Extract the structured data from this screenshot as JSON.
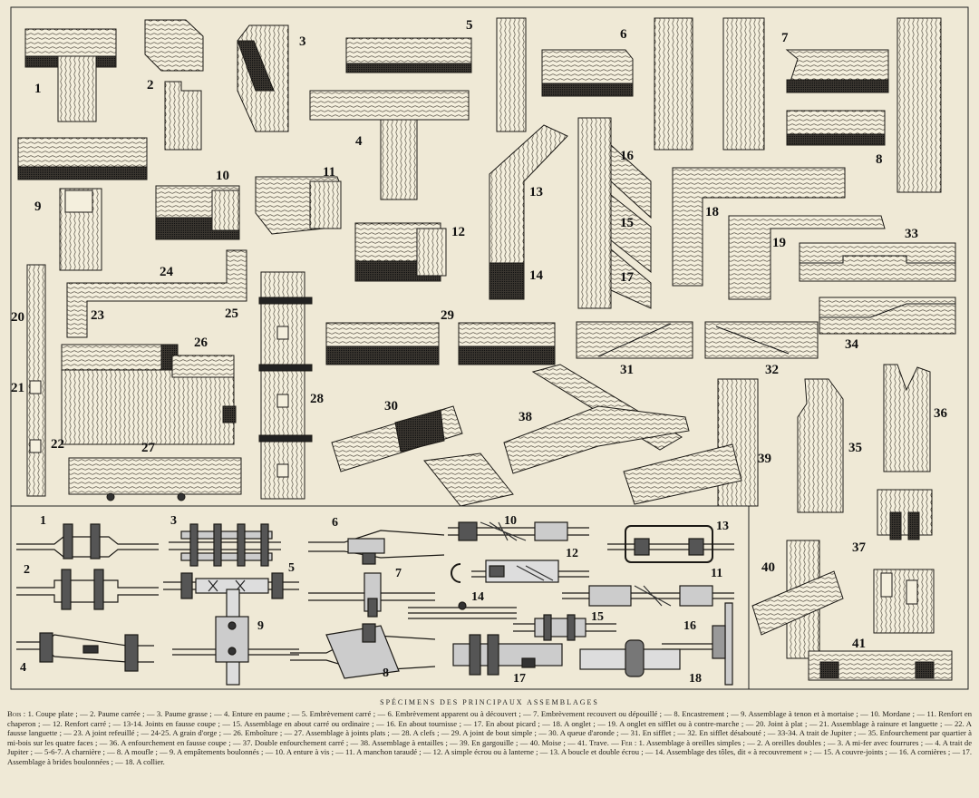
{
  "plate": {
    "title": "SPÉCIMENS DES PRINCIPAUX ASSEMBLAGES",
    "wood_label": "Bois :",
    "wood_caption": "1. Coupe plate ; — 2. Paume carrée ; — 3. Paume grasse ; — 4. Enture en paume ; — 5. Embrèvement carré ; — 6. Embrèvement apparent ou à découvert ; — 7. Embrèvement recouvert ou dépouillé ; — 8. Encastrement ; — 9. Assemblage à tenon et à mortaise ; — 10. Mordane ; — 11. Renfort en chaperon ; — 12. Renfort carré ; — 13-14. Joints en fausse coupe ; — 15. Assemblage en about carré ou ordinaire ; — 16. En about tournisse ; — 17. En about picard ; — 18. A onglet ; — 19. A onglet en sifflet ou à contre-marche ; — 20. Joint à plat ; — 21. Assemblage à rainure et languette ; — 22. A fausse languette ; — 23. A joint refeuillé ; — 24-25. A grain d'orge ; — 26. Emboîture ; — 27. Assemblage à joints plats ; — 28. A clefs ; — 29. A joint de bout simple ; — 30. A queue d'aronde ; — 31. En sifflet ; — 32. En sifflet désabouté ; — 33-34. A trait de Jupiter ; — 35. Enfourchement par quartier à mi-bois sur les quatre faces ; — 36. A enfourchement en fausse coupe ; — 37. Double enfourchement carré ; — 38. Assemblage à entailles ; — 39. En gargouille ; — 40. Moise ; — 41. Trave.",
    "iron_label": "Fer :",
    "iron_caption": "1. Assemblage à oreilles simples ; — 2. A oreilles doubles ; — 3. A mi-fer avec fourrures ; — 4. A trait de Jupiter ; — 5-6-7. A charnière ; — 8. A moufle ; — 9. A empâtements boulonnés ; — 10. A enture à vis ; — 11. A manchon taraudé ; — 12. A simple écrou ou à lanterne ; — 13. A boucle et double écrou ; — 14. Assemblage des tôles, dit « à recouvrement » ; — 15. A couvre-joints ; — 16. A cornières ; — 17. Assemblage à brides boulonnées ; — 18. A collier."
  },
  "wood_numbers": [
    "1",
    "2",
    "3",
    "4",
    "5",
    "6",
    "7",
    "8",
    "9",
    "10",
    "11",
    "12",
    "13",
    "14",
    "15",
    "16",
    "17",
    "18",
    "19",
    "20",
    "21",
    "22",
    "23",
    "24",
    "25",
    "26",
    "27",
    "28",
    "29",
    "30",
    "31",
    "32",
    "33",
    "34",
    "35",
    "36",
    "37",
    "38",
    "39",
    "40",
    "41"
  ],
  "iron_numbers": [
    "1",
    "2",
    "3",
    "4",
    "5",
    "6",
    "7",
    "8",
    "9",
    "10",
    "11",
    "12",
    "13",
    "14",
    "15",
    "16",
    "17",
    "18"
  ],
  "colors": {
    "paper": "#efe9d6",
    "ink": "#1c1a16"
  }
}
